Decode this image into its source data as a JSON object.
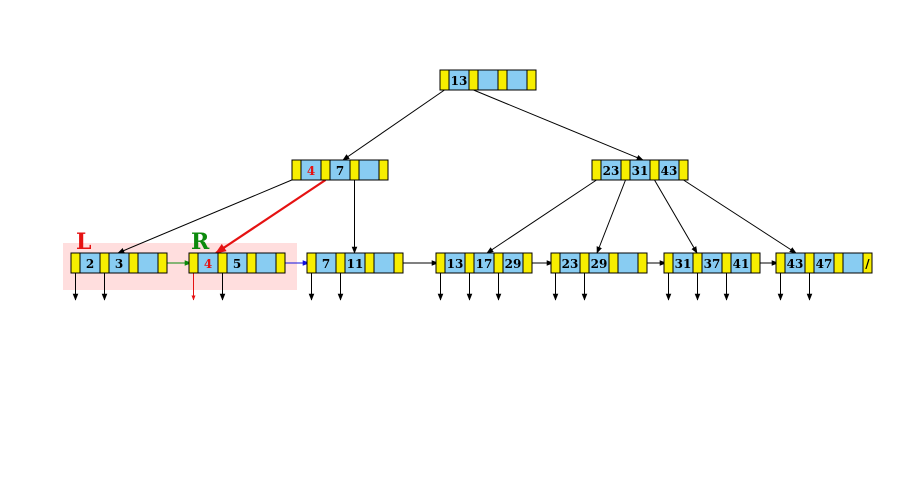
{
  "colors": {
    "pointer_slot": "#f7ee00",
    "key_slot": "#88ccf2",
    "highlight": "#ffdede",
    "red": "#e51212",
    "green": "#0c8a0c",
    "blue": "#1111dd",
    "black": "#000000"
  },
  "labels": {
    "left": "L",
    "right": "R"
  },
  "nodes": {
    "root": {
      "keys": [
        "13",
        "",
        ""
      ]
    },
    "inner1": {
      "keys": [
        "4",
        "7",
        ""
      ]
    },
    "inner2": {
      "keys": [
        "23",
        "31",
        "43"
      ]
    },
    "leaf1": {
      "keys": [
        "2",
        "3",
        ""
      ]
    },
    "leaf2": {
      "keys": [
        "4",
        "5",
        ""
      ]
    },
    "leaf3": {
      "keys": [
        "7",
        "11",
        ""
      ]
    },
    "leaf4": {
      "keys": [
        "13",
        "17",
        "29"
      ]
    },
    "leaf5": {
      "keys": [
        "23",
        "29",
        ""
      ]
    },
    "leaf6": {
      "keys": [
        "31",
        "37",
        "41"
      ]
    },
    "leaf7": {
      "keys": [
        "43",
        "47",
        ""
      ],
      "end_marker": "/"
    }
  }
}
